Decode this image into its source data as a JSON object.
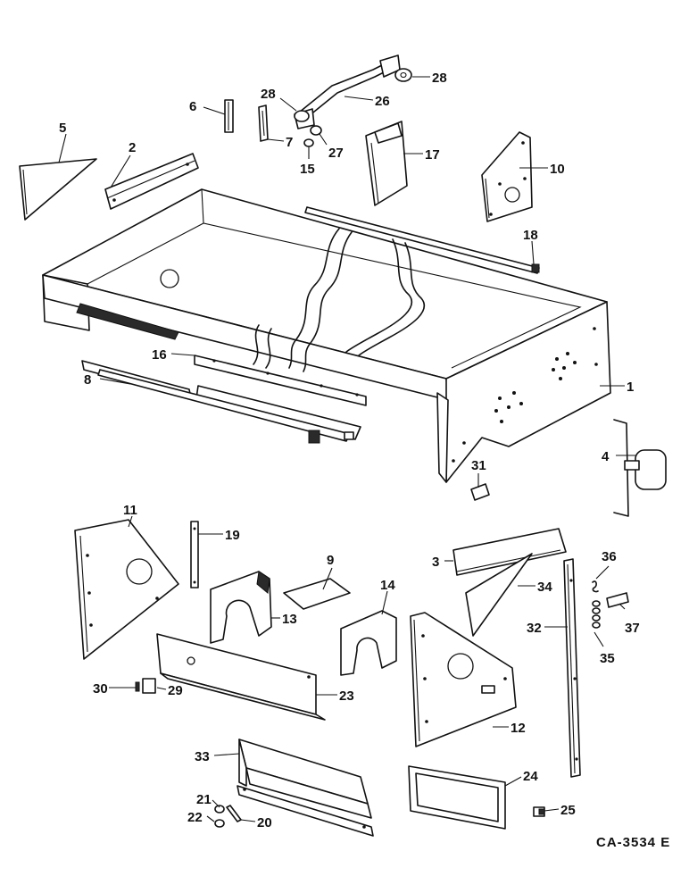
{
  "diagram": {
    "drawing_code": "CA-3534 E",
    "callouts": {
      "c1": "1",
      "c2": "2",
      "c3": "3",
      "c4": "4",
      "c5": "5",
      "c6": "6",
      "c7": "7",
      "c8": "8",
      "c9": "9",
      "c10": "10",
      "c11": "11",
      "c12": "12",
      "c13": "13",
      "c14": "14",
      "c15": "15",
      "c16": "16",
      "c17": "17",
      "c18": "18",
      "c19": "19",
      "c20": "20",
      "c21": "21",
      "c22": "22",
      "c23": "23",
      "c24": "24",
      "c25": "25",
      "c26": "26",
      "c27": "27",
      "c28a": "28",
      "c28b": "28",
      "c29": "29",
      "c30": "30",
      "c31": "31",
      "c32": "32",
      "c33": "33",
      "c34": "34",
      "c35": "35",
      "c36": "36",
      "c37": "37"
    }
  }
}
